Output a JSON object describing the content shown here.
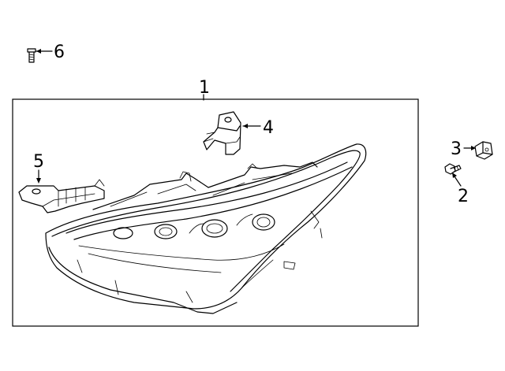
{
  "diagram": {
    "callouts": [
      {
        "id": "1",
        "label": "1"
      },
      {
        "id": "2",
        "label": "2"
      },
      {
        "id": "3",
        "label": "3"
      },
      {
        "id": "4",
        "label": "4"
      },
      {
        "id": "5",
        "label": "5"
      },
      {
        "id": "6",
        "label": "6"
      }
    ],
    "parts": [
      {
        "callout": "1",
        "icon": "headlamp-assembly-icon"
      },
      {
        "callout": "2",
        "icon": "screw-icon"
      },
      {
        "callout": "3",
        "icon": "clip-nut-icon"
      },
      {
        "callout": "4",
        "icon": "upper-bracket-icon"
      },
      {
        "callout": "5",
        "icon": "side-bracket-icon"
      },
      {
        "callout": "6",
        "icon": "bolt-icon"
      }
    ]
  }
}
